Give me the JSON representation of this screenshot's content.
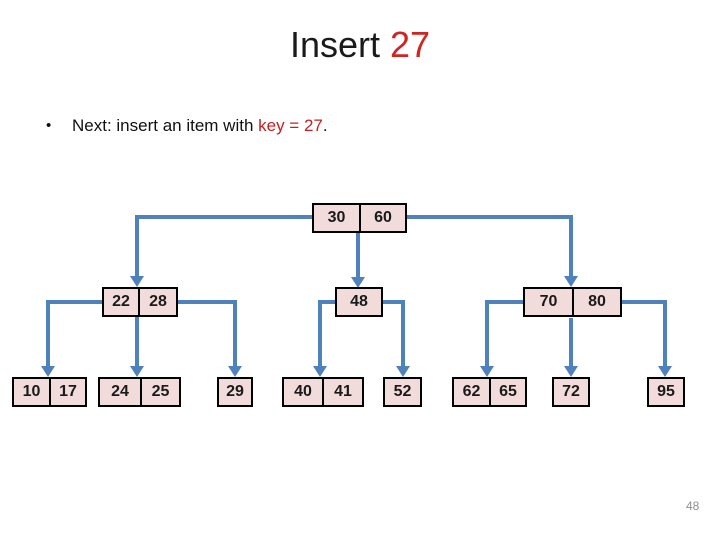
{
  "slide": {
    "title": {
      "prefix": "Insert ",
      "highlight": "27"
    },
    "bullet": {
      "marker": "•",
      "prefix": "Next: insert an item with ",
      "highlight": "key = 27",
      "suffix": "."
    },
    "page_number": "48"
  },
  "colors": {
    "node_fill": "#f2dcdb",
    "node_border": "#000000",
    "connector_blue": "#4f81bd",
    "accent_red": "#d02423",
    "page_number_gray": "#8f8f8f"
  },
  "tree": {
    "root": {
      "keys": [
        "30",
        "60"
      ]
    },
    "level2": [
      {
        "keys": [
          "22",
          "28"
        ]
      },
      {
        "keys": [
          "48"
        ]
      },
      {
        "keys": [
          "70",
          "80"
        ]
      }
    ],
    "level3": [
      {
        "keys": [
          "10",
          "17"
        ]
      },
      {
        "keys": [
          "24",
          "25"
        ]
      },
      {
        "keys": [
          "29"
        ]
      },
      {
        "keys": [
          "40",
          "41"
        ]
      },
      {
        "keys": [
          "52"
        ]
      },
      {
        "keys": [
          "62",
          "65"
        ]
      },
      {
        "keys": [
          "72"
        ]
      },
      {
        "keys": [
          "95"
        ]
      }
    ],
    "edges": [
      {
        "from": "30|60",
        "to": "22|28"
      },
      {
        "from": "30|60",
        "to": "48"
      },
      {
        "from": "30|60",
        "to": "70|80"
      },
      {
        "from": "22|28",
        "to": "10|17"
      },
      {
        "from": "22|28",
        "to": "24|25"
      },
      {
        "from": "22|28",
        "to": "29"
      },
      {
        "from": "48",
        "to": "40|41"
      },
      {
        "from": "48",
        "to": "52"
      },
      {
        "from": "70|80",
        "to": "62|65"
      },
      {
        "from": "70|80",
        "to": "72"
      },
      {
        "from": "70|80",
        "to": "95"
      }
    ]
  }
}
